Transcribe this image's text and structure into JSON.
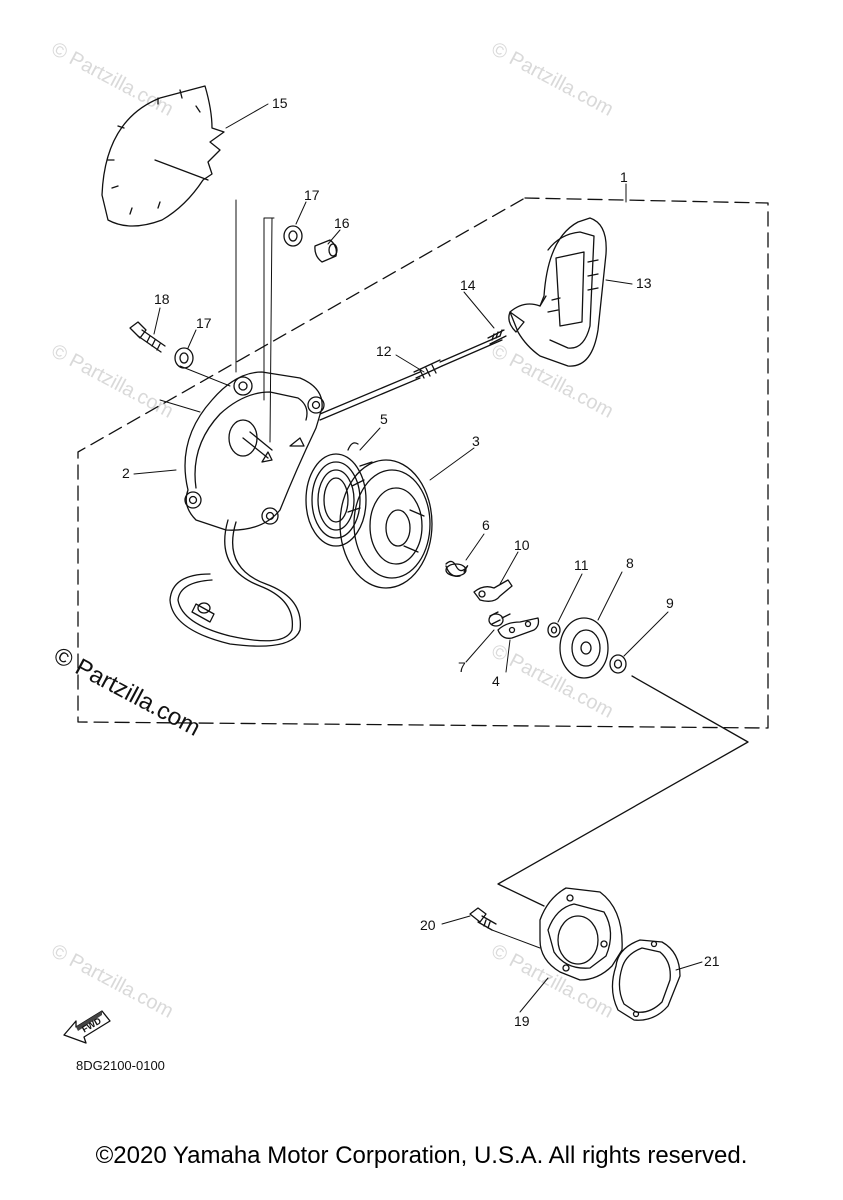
{
  "watermarks": {
    "faint": "© Partzilla.com",
    "strong": "© Partzilla.com"
  },
  "callouts": [
    "1",
    "2",
    "3",
    "4",
    "5",
    "6",
    "7",
    "8",
    "9",
    "10",
    "11",
    "12",
    "13",
    "14",
    "15",
    "16",
    "17",
    "17",
    "18",
    "19",
    "20",
    "21"
  ],
  "fwd_label": "FWD",
  "diagram_code": "8DG2100-0100",
  "copyright": "©2020 Yamaha Motor Corporation, U.S.A. All rights reserved."
}
